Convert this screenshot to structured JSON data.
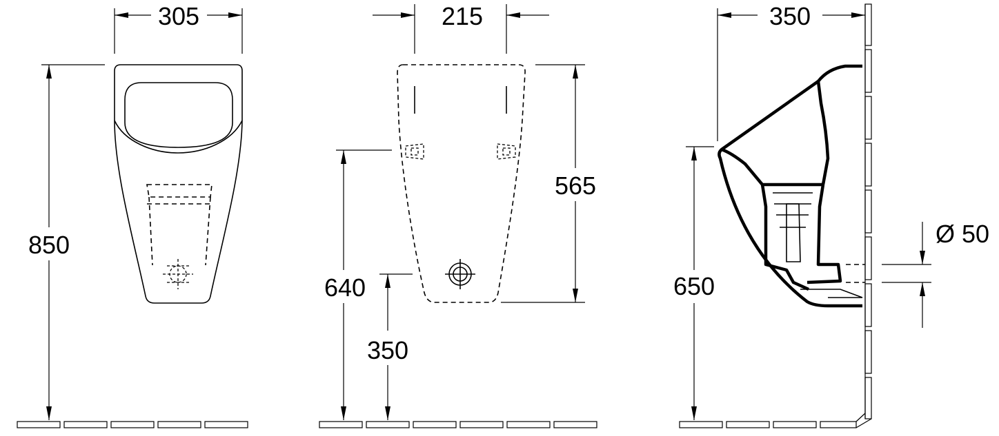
{
  "front_view": {
    "width": "305",
    "height": "850"
  },
  "rear_view": {
    "fixing_spacing": "215",
    "fixing_height": "640",
    "waste_height": "350",
    "cistern_span": "565"
  },
  "side_view": {
    "depth": "350",
    "outlet_height": "650",
    "outlet_diameter": "Ø 50"
  }
}
